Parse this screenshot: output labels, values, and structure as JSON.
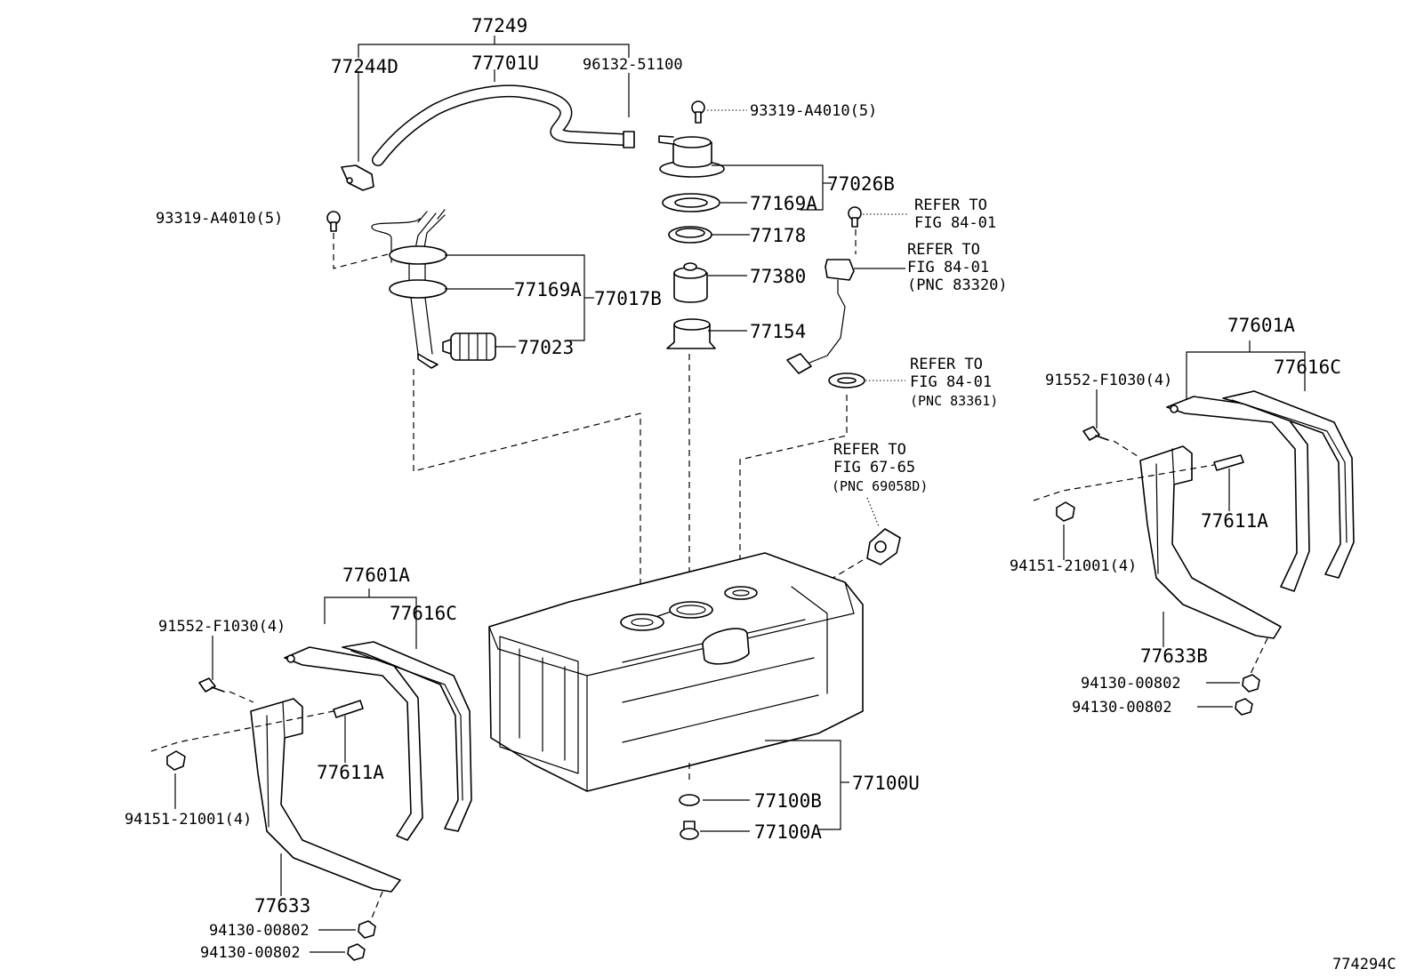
{
  "figure_code": "774294C",
  "labels": {
    "p77249": "77249",
    "p77244D": "77244D",
    "p77701U": "77701U",
    "p96132": "96132-51100",
    "p93319_top": "93319-A4010(5)",
    "p93319_left": "93319-A4010(5)",
    "p77026B": "77026B",
    "p77169A_top": "77169A",
    "p77178": "77178",
    "p77380": "77380",
    "p77154": "77154",
    "p77169A_mid": "77169A",
    "p77017B": "77017B",
    "p77023": "77023",
    "p77601A_right": "77601A",
    "p77616C_right": "77616C",
    "p91552_right": "91552-F1030(4)",
    "p77611A_right": "77611A",
    "p94151_right": "94151-21001(4)",
    "p77633B": "77633B",
    "p94130_right_1": "94130-00802",
    "p94130_right_2": "94130-00802",
    "p77601A_left": "77601A",
    "p77616C_left": "77616C",
    "p91552_left": "91552-F1030(4)",
    "p77611A_left": "77611A",
    "p94151_left": "94151-21001(4)",
    "p77633": "77633",
    "p94130_left_1": "94130-00802",
    "p94130_left_2": "94130-00802",
    "p77100B": "77100B",
    "p77100A": "77100A",
    "p77100U": "77100U"
  },
  "references": {
    "ref1_line1": "REFER TO",
    "ref1_line2": "FIG 84-01",
    "ref2_line1": "REFER TO",
    "ref2_line2": "FIG 84-01",
    "ref2_line3": "(PNC 83320)",
    "ref3_line1": "REFER TO",
    "ref3_line2": "FIG 84-01",
    "ref3_line3": "(PNC 83361)",
    "ref4_line1": "REFER TO",
    "ref4_line2": "FIG 67-65",
    "ref4_line3": "(PNC 69058D)"
  }
}
